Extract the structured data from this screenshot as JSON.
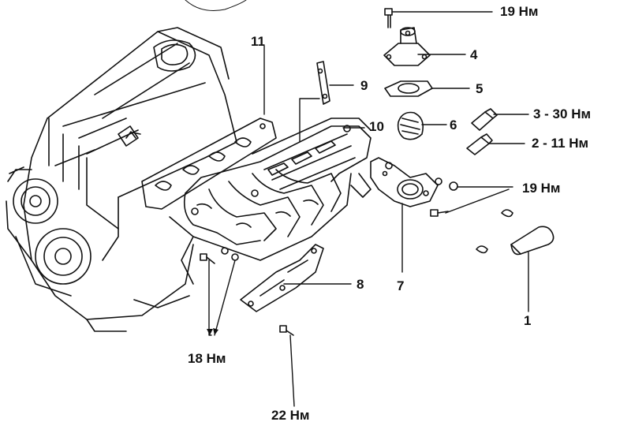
{
  "labels": {
    "top_torque": "19 Нм",
    "part_4": "4",
    "part_5": "5",
    "part_6": "6",
    "torque_3": "3 - 30 Нм",
    "torque_2": "2 - 11 Нм",
    "right_torque": "19 Нм",
    "part_11": "11",
    "part_9": "9",
    "part_10": "10",
    "part_7": "7",
    "part_8": "8",
    "part_1": "1",
    "left_torque": "18 Нм",
    "bottom_torque": "22 Нм"
  },
  "colors": {
    "ink": "#111111",
    "paper": "#ffffff"
  }
}
